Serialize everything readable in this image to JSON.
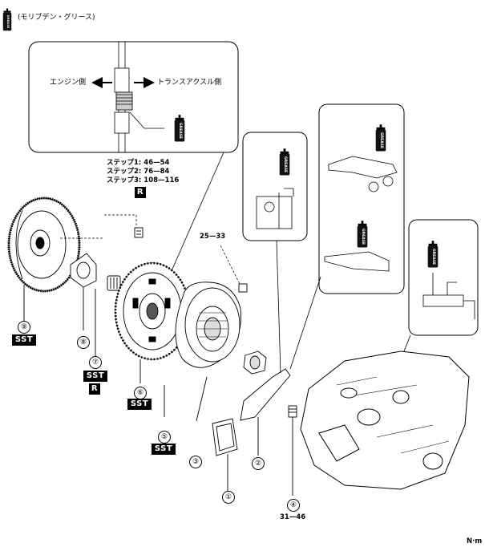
{
  "grease_legend": "(モリブデン・グリース)",
  "callout_top": {
    "engine_side": "エンジン側",
    "transaxle_side": "トランスアクスル側"
  },
  "torque_steps": [
    {
      "label": "ステップ1:",
      "value": "46—54"
    },
    {
      "label": "ステップ2:",
      "value": "76—84"
    },
    {
      "label": "ステップ3:",
      "value": "108—116"
    }
  ],
  "badges": {
    "sst": "SST",
    "r": "R"
  },
  "torque_pressure_plate": "25—33",
  "torque_pivot": "31—46",
  "units": "N·m",
  "grease_can_text": "GREASE",
  "parts": [
    {
      "no": "①"
    },
    {
      "no": "②"
    },
    {
      "no": "③"
    },
    {
      "no": "④"
    },
    {
      "no": "⑤"
    },
    {
      "no": "⑥"
    },
    {
      "no": "⑦"
    },
    {
      "no": "⑧"
    },
    {
      "no": "⑨"
    }
  ]
}
